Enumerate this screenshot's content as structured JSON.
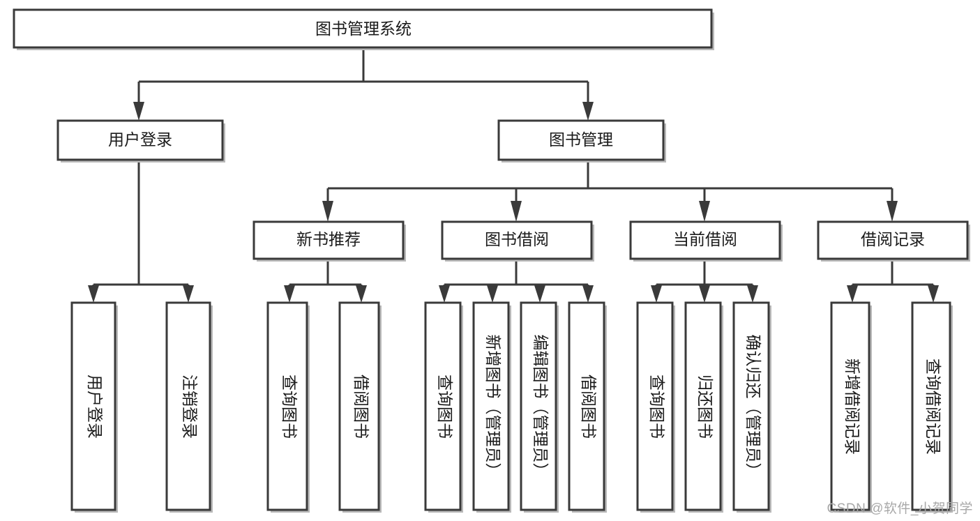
{
  "diagram": {
    "title": "图书管理系统",
    "watermark": "CSDN @软件_小贺同学",
    "accent_color": "#3a3a3a",
    "background_color": "#ffffff",
    "shadow_color": "#b9b9b9",
    "root": {
      "label": "图书管理系统"
    },
    "level2": [
      {
        "label": "用户登录"
      },
      {
        "label": "图书管理"
      }
    ],
    "level3": [
      {
        "label": "新书推荐"
      },
      {
        "label": "图书借阅"
      },
      {
        "label": "当前借阅"
      },
      {
        "label": "借阅记录"
      }
    ],
    "leaves": {
      "user_login": [
        {
          "label": "用户登录"
        },
        {
          "label": "注销登录"
        }
      ],
      "new_book": [
        {
          "label": "查询图书"
        },
        {
          "label": "借阅图书"
        }
      ],
      "borrow": [
        {
          "label": "查询图书"
        },
        {
          "label": "新增图书（管理员）"
        },
        {
          "label": "编辑图书（管理员）"
        },
        {
          "label": "借阅图书"
        }
      ],
      "current": [
        {
          "label": "查询图书"
        },
        {
          "label": "归还图书"
        },
        {
          "label": "确认归还（管理员）"
        }
      ],
      "records": [
        {
          "label": "新增借阅记录"
        },
        {
          "label": "查询借阅记录"
        }
      ]
    }
  }
}
